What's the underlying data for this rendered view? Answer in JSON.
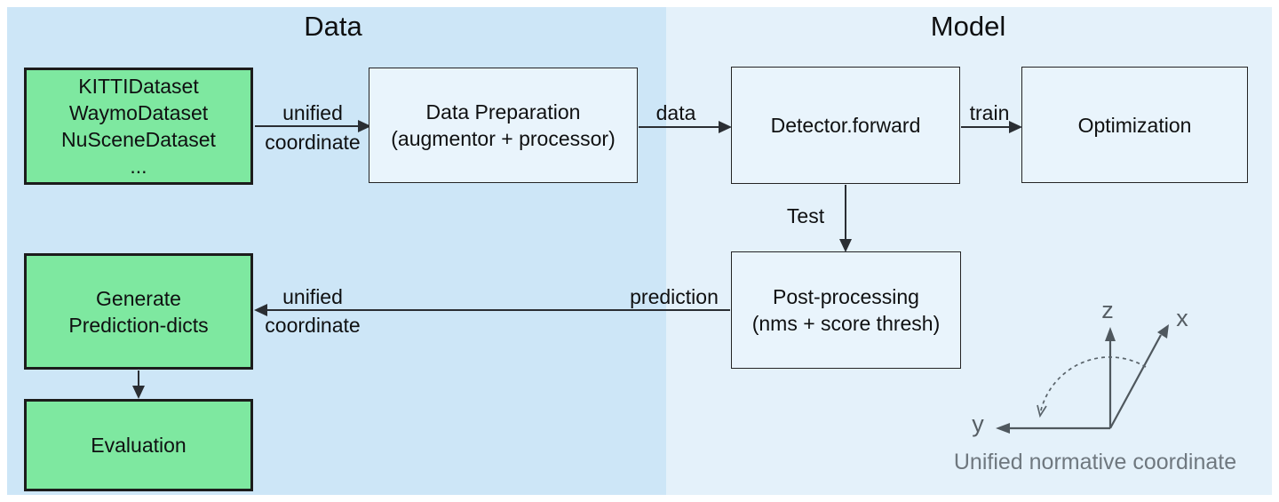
{
  "titles": {
    "data": "Data",
    "model": "Model"
  },
  "boxes": {
    "datasets": {
      "lines": [
        "KITTIDataset",
        "WaymoDataset",
        "NuSceneDataset",
        "..."
      ]
    },
    "data_preparation": {
      "lines": [
        "Data Preparation",
        "(augmentor + processor)"
      ]
    },
    "detector": {
      "lines": [
        "Detector.forward"
      ]
    },
    "optimization": {
      "lines": [
        "Optimization"
      ]
    },
    "post_processing": {
      "lines": [
        "Post-processing",
        "(nms + score thresh)"
      ]
    },
    "generate_prediction": {
      "lines": [
        "Generate",
        "Prediction-dicts"
      ]
    },
    "evaluation": {
      "lines": [
        "Evaluation"
      ]
    }
  },
  "arrow_labels": {
    "top_unified_line1": "unified",
    "top_unified_line2": "coordinate",
    "data": "data",
    "train": "train",
    "test": "Test",
    "prediction": "prediction",
    "bottom_unified_line1": "unified",
    "bottom_unified_line2": "coordinate"
  },
  "coordinate_axes": {
    "z_label": "z",
    "x_label": "x",
    "y_label": "y",
    "caption": "Unified normative coordinate"
  },
  "colors": {
    "data_panel_background": "#cde6f7",
    "model_panel_background": "#e4f1fa",
    "green_box_fill": "#7ee8a0",
    "light_box_fill": "#e9f4fc",
    "box_border": "#1c1c1c",
    "arrow_stroke": "#2a2e33",
    "axes_stroke": "#4f585e",
    "caption_gray": "#6f787f",
    "text": "#0f1011"
  }
}
